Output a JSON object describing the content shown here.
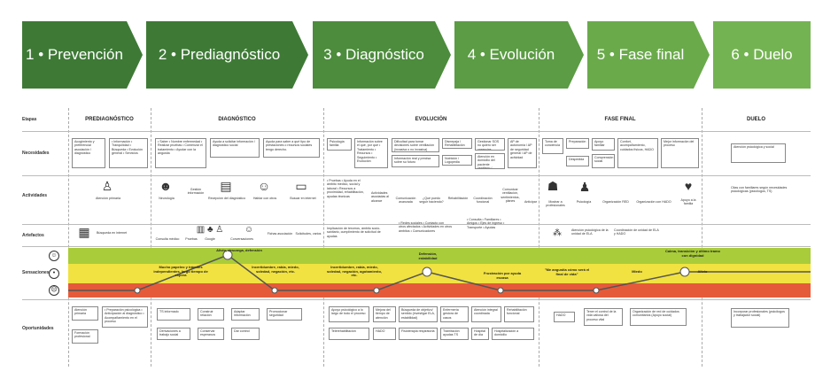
{
  "phases": [
    {
      "label": "1 • Prevención",
      "cls": "p1"
    },
    {
      "label": "2 • Prediagnóstico",
      "cls": "p2"
    },
    {
      "label": "3 • Diagnóstico",
      "cls": "p3"
    },
    {
      "label": "4 • Evolución",
      "cls": "p4"
    },
    {
      "label": "5 • Fase final",
      "cls": "p5"
    },
    {
      "label": "6 • Duelo",
      "cls": "p6"
    }
  ],
  "rows": {
    "etapas": "Etapas",
    "necesidades": "Necesidades",
    "actividades": "Actividades",
    "artefactos": "Artefactos",
    "sensaciones": "Sensaciones",
    "oportunidades": "Oportunidades"
  },
  "columns": [
    "PREDIAGNÓSTICO",
    "DIAGNÓSTICO",
    "EVOLUCIÓN",
    "FASE FINAL",
    "DUELO"
  ],
  "necesidades": {
    "pre_a": "Acogimiento y preferencial asociación / diagnóstico",
    "pre_b": "• Información • Tranquilidad • Búsqueda • Evolución general • Servicios",
    "dia_a": "• Saber • Nombre enfermedad • Realizar pruebas • Comenzar el tratamiento • Ayudar con la angustia",
    "dia_b": "Ayuda a solicitar información / diagnóstico social",
    "dia_c": "Ayuda para saber a qué tipo de prestaciones o recursos sociales tengo derecho.",
    "evo_a": "Psicología familia",
    "evo_b": "Información sobre el qué, por qué • Tratamiento • Recursos • Seguimiento • Evolución",
    "evo_c": "Dificultad para tomar decisiones sobre ventilación (invasiva o no invasiva)",
    "evo_d": "Información real y precisa sobre su futuro",
    "evo_e": "Disnepaja / Rehabilitación",
    "evo_f": "Nutrición / Logopedia",
    "evo_g": "Gestionar SOS no quiero ser urgencias",
    "evo_h": "Atención en domicilio del paciente ventilado / Cuidado principal",
    "evo_i": "AP de autonomía / AP de seguridad general / AP de actividad",
    "ff_a": "Toma de conciencia",
    "ff_b": "Preparación",
    "ff_c": "Apoyo familiar",
    "ff_d": "Despedida",
    "ff_e": "Comprensión social",
    "ff_f": "Confort, acompañamiento, cuidados físicos, HADO",
    "ff_g": "Mejor información del proceso",
    "duelo": "Atención psicológica y social"
  },
  "actividades": {
    "pre": "Atención primaria",
    "dia": [
      "Neurología",
      "Gestión información",
      "Recepción del diagnóstico",
      "Hablar con otros",
      "Buscar en internet"
    ],
    "evo_a": "• Pruebas • Ayuda en el ámbito médico, social y laboral • Recursos a proximidad, rehabilitación, ayudas técnicas",
    "evo_b": "Actividades asociadas al alcance",
    "evo_c": "Comunicación avanzada",
    "evo_d": "¿Qué puedo seguir haciendo?",
    "evo_e": "Rehabilitación",
    "evo_f": "Coordinación funcional",
    "evo_g": "Comunicar ventilación, sentimientos, planes",
    "evo_h": "Anticipar",
    "ff": [
      "Mostrar a profesionales",
      "Psicología",
      "Organización RED",
      "Organización con HADO",
      "Apoyo a la familia"
    ],
    "duelo": "Citas con familiares según necesidades psicológicas (psicólogos, TS)"
  },
  "artefactos": {
    "pre": "Búsqueda en internet",
    "dia": [
      "Consulta médico",
      "Pruebas",
      "Google",
      "Conversaciones",
      "Fichas asociación",
      "Solicitudes, varios"
    ],
    "evo_a": "Implicación de terceros, ámbito socio-sanitario, cumplimiento de solicitud de ayudas",
    "evo_b": "• Redes sociales • Contacto con otros afectados • Actividades en otros ámbitos • Comunicadores",
    "evo_c": "• Consulta • Familiares • Amigos • Ejes de ingreso • Transporte • Ayudas",
    "ff_a": "Atención psicológica de la unidad de ELA",
    "ff_b": "Coordinación de unidad de ELA y HADO"
  },
  "sensaciones": {
    "e1": "Alivio, descarga, defensión",
    "e2": "Mucho papeleo y trámites independientes, largo tiempo de espera",
    "e3": "Incertidumbre, rabia, miedo, soledad, negación, etc.",
    "e4": "Incertidumbre, rabia, miedo, soledad, negación, agotamiento, etc.",
    "e5": "Defensión, estabilidad",
    "e6": "Frustración por ayuda escasa",
    "e7": "\"Me angustia cómo será el final de vida\"",
    "e8": "Miedo",
    "e9": "Calma, transición y último tramo con dignidad",
    "e10": "Alivio"
  },
  "oportunidades": {
    "pre_a": "Atención primaria",
    "pre_b": "• Preparación psicológica • Anticipación al diagnóstico • Acompañamiento en el proceso",
    "pre_c": "Formación profesional",
    "dia_a": "TS informado",
    "dia_b": "Construir relación",
    "dia_c": "Adaptar información",
    "dia_d": "Promocionar seguridad",
    "dia_e": "Derivaciones a trabajo social",
    "dia_f": "Conservar esperanza",
    "dia_g": "Dar control",
    "evo_a": "Apoyo psicológico a lo largo de todo el proceso",
    "evo_b": "Mejora del tiempo de atención",
    "evo_c": "Búsqueda de objetivo/ sentido (investigar ELA, estabilidad)",
    "evo_d": "Enfermería gestora de casos",
    "evo_e": "Atención integral coordinada",
    "evo_f": "Rehabilitación funcional",
    "evo_g": "Telerehabilitación",
    "evo_h": "HADO",
    "evo_i": "Fisioterapia respiratoria",
    "evo_j": "Tramitación ayudas TS",
    "evo_k": "Hospital de día",
    "evo_l": "Hospitalización a domicilio",
    "ff_a": "HADO",
    "ff_b": "Tener el control de la vida valiosa del proceso vital",
    "ff_c": "Organización de red de cuidados comunitarios (Apoyo social)",
    "duelo": "Incorporar profesionales (psicólogos y trabajador social)"
  },
  "faces": {
    "happy": "☺",
    "neutral": "•",
    "sad": "☹"
  },
  "colors": {
    "green_band": "#a9cc3a",
    "yellow_band": "#f1e241",
    "red_band": "#e55b3a",
    "phase_green": "#3e7a36"
  }
}
